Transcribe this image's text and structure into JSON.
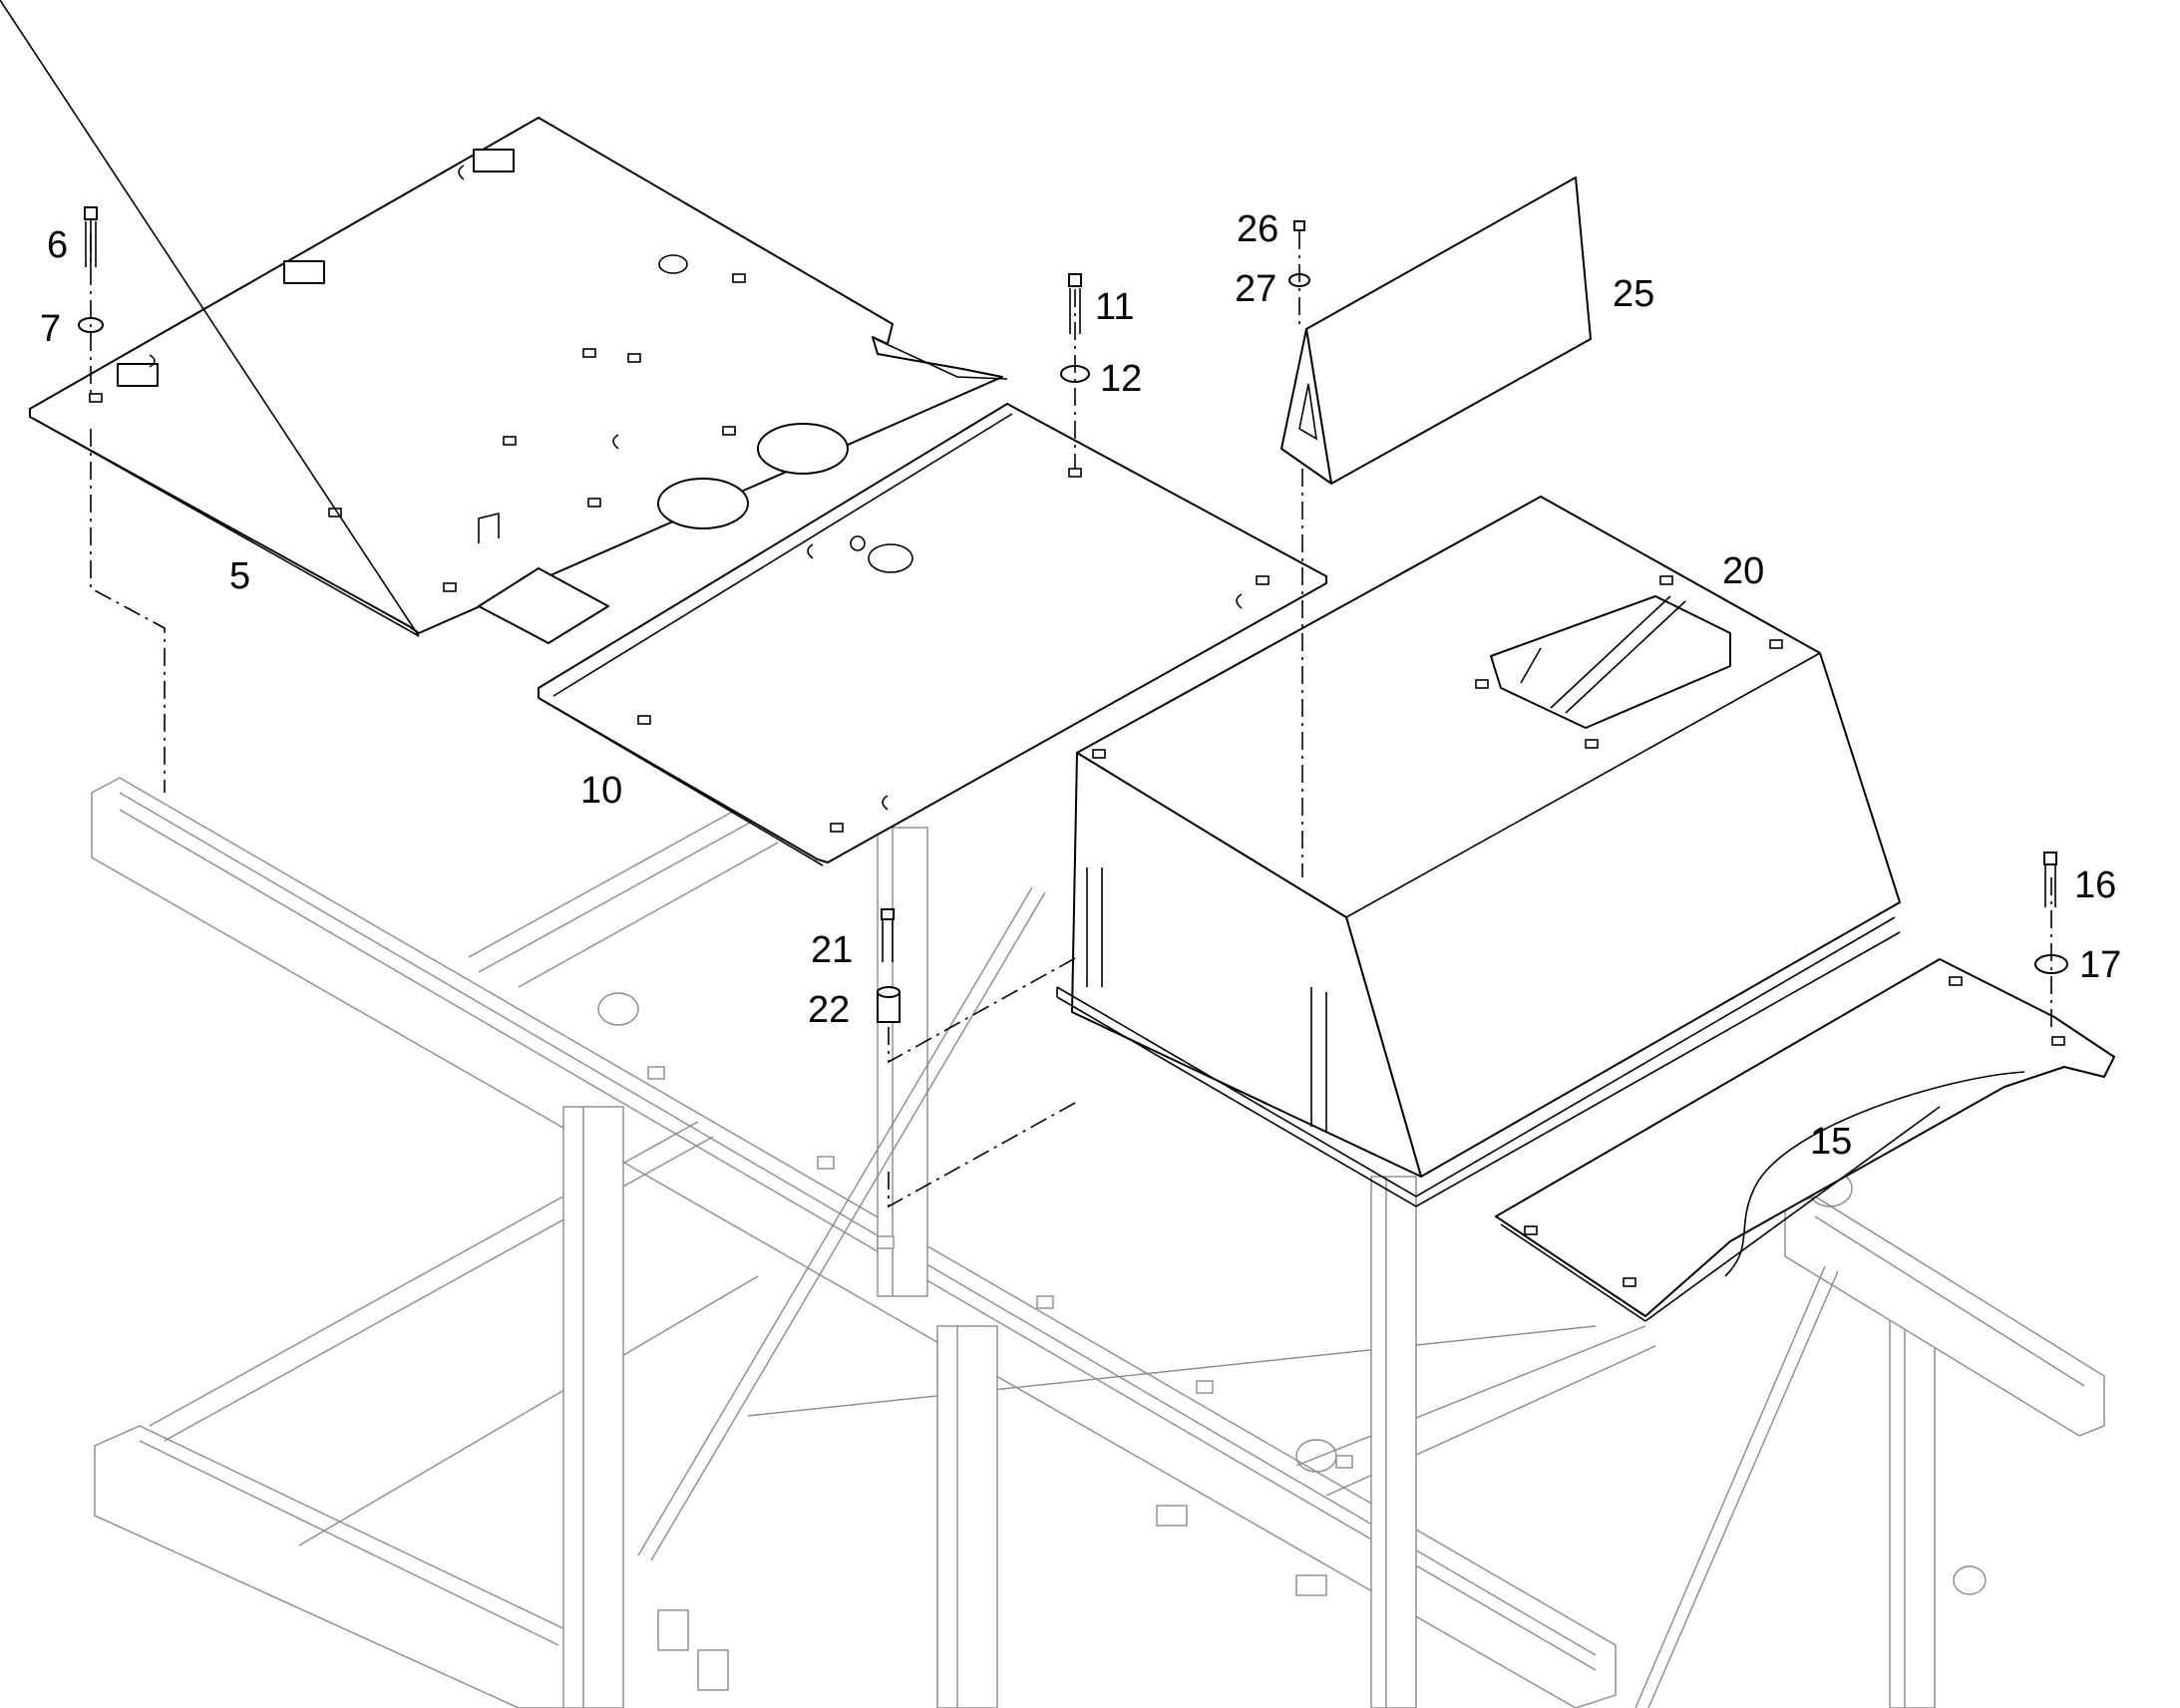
{
  "callouts": {
    "c5": "5",
    "c6": "6",
    "c7": "7",
    "c10": "10",
    "c11": "11",
    "c12": "12",
    "c15": "15",
    "c16": "16",
    "c17": "17",
    "c20": "20",
    "c21": "21",
    "c22": "22",
    "c25": "25",
    "c26": "26",
    "c27": "27"
  }
}
